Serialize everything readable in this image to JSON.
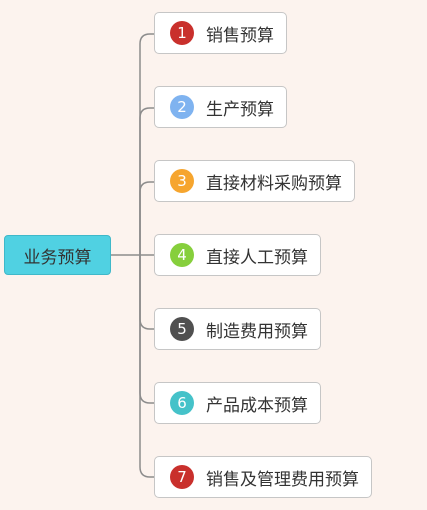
{
  "root": {
    "label": "业务预算",
    "color": "#50d1e2"
  },
  "line_color": "#8c8c8c",
  "items": [
    {
      "number": "1",
      "label": "销售预算",
      "badge_color": "#c9302c"
    },
    {
      "number": "2",
      "label": "生产预算",
      "badge_color": "#7fb3f0"
    },
    {
      "number": "3",
      "label": "直接材料采购预算",
      "badge_color": "#f6a52e"
    },
    {
      "number": "4",
      "label": "直接人工预算",
      "badge_color": "#86cf3c"
    },
    {
      "number": "5",
      "label": "制造费用预算",
      "badge_color": "#505050"
    },
    {
      "number": "6",
      "label": "产品成本预算",
      "badge_color": "#45c2c9"
    },
    {
      "number": "7",
      "label": "销售及管理费用预算",
      "badge_color": "#c9302c"
    }
  ]
}
